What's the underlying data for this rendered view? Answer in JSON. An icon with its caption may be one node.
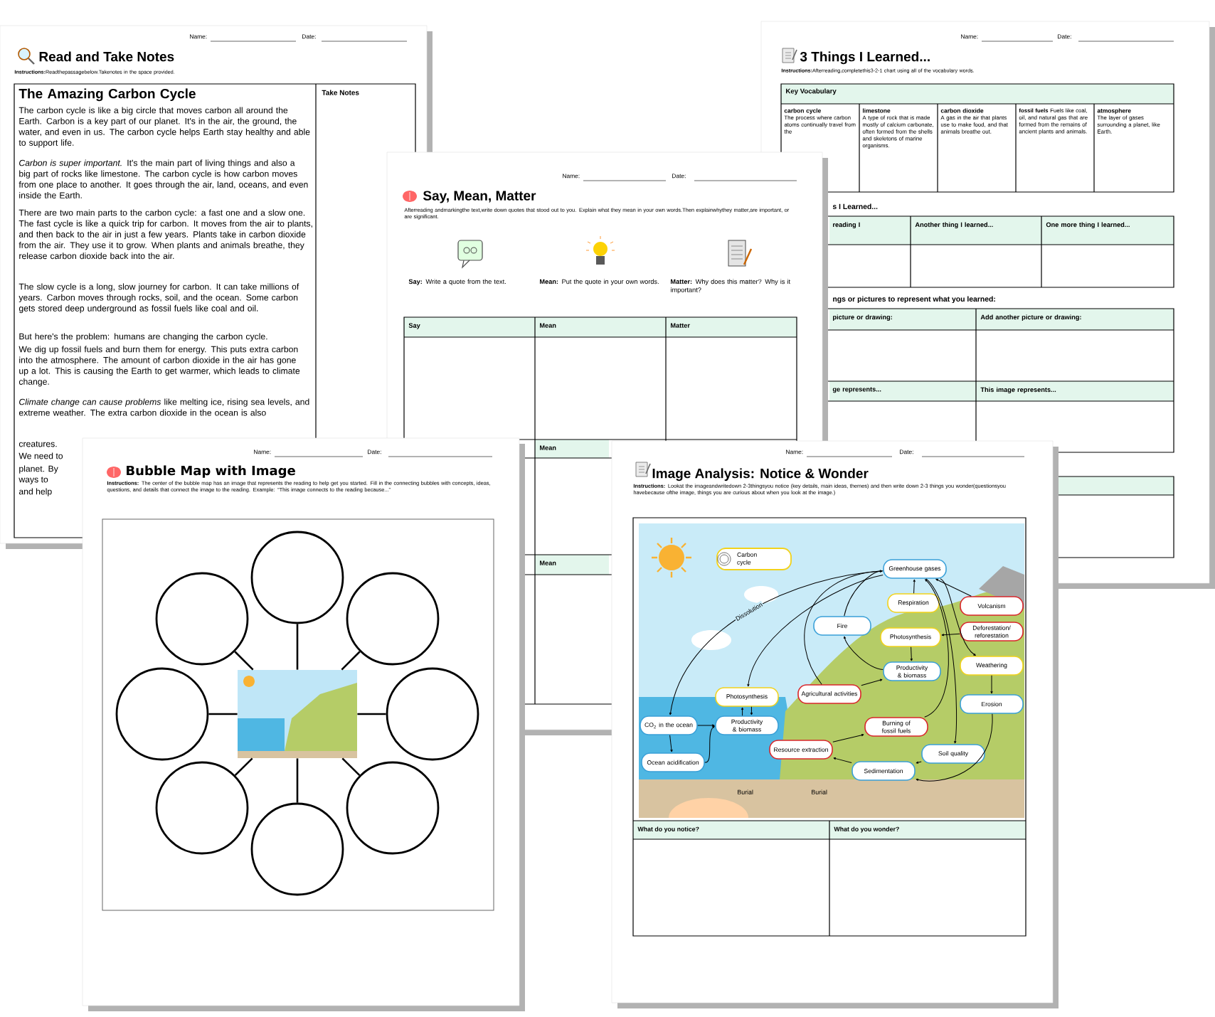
{
  "diagram": {
    "nodes": [
      {
        "text": [],
        "shape": "circle"
      },
      {
        "text": [],
        "shape": "circle"
      },
      {
        "text": [],
        "shape": "circle"
      },
      {
        "text": [],
        "shape": "circle"
      },
      {
        "text": [],
        "shape": "picture"
      },
      {
        "text": [],
        "shape": "circle"
      },
      {
        "text": [],
        "shape": "circle"
      },
      {
        "text": [],
        "shape": "circle"
      },
      {
        "text": [],
        "shape": "circle"
      },
      {
        "text": [
          "Carbon cycle"
        ]
      },
      {
        "text": [
          "Greenhouse gases"
        ]
      },
      {
        "text": [
          "Respiration"
        ]
      },
      {
        "text": [
          "Volcanism"
        ]
      },
      {
        "text": [
          "Fire"
        ]
      },
      {
        "text": [
          "Deforestation/ reforestation"
        ]
      },
      {
        "text": [
          "Photosynthesis"
        ]
      },
      {
        "text": [
          "Weathering"
        ]
      },
      {
        "text": [
          "Productivity & biomass"
        ]
      },
      {
        "text": [
          "Agricultural activities"
        ]
      },
      {
        "text": [
          "Photosynthesis"
        ]
      },
      {
        "text": [
          "Erosion"
        ]
      },
      {
        "text": [
          "CO$_{2}$ in the ocean"
        ]
      },
      {
        "text": [
          "Productivity & biomass"
        ]
      },
      {
        "text": [
          "Burning of fossil fuels"
        ]
      },
      {
        "text": [
          "Resource extraction"
        ]
      },
      {
        "text": [
          "Soil quality"
        ]
      },
      {
        "text": [
          "Ocean acidification"
        ]
      },
      {
        "text": [
          "Sedimentation"
        ]
      }
    ],
    "edges": [
      {
        "from": 4,
        "to": 0,
        "arrow": "none"
      },
      {
        "from": 4,
        "to": 1,
        "arrow": "none"
      },
      {
        "from": 4,
        "to": 2,
        "arrow": "none"
      },
      {
        "from": 4,
        "to": 3,
        "arrow": "none"
      },
      {
        "from": 4,
        "to": 5,
        "arrow": "none"
      },
      {
        "from": 4,
        "to": 6,
        "arrow": "none"
      },
      {
        "from": 4,
        "to": 7,
        "arrow": "none"
      },
      {
        "from": 4,
        "to": 8,
        "arrow": "none"
      },
      {
        "from": 10,
        "to": 21,
        "arrow": "to",
        "label": "Dissolution"
      },
      {
        "from": 10,
        "to": 19,
        "arrow": "to"
      },
      {
        "from": 21,
        "to": 22,
        "arrow": "to"
      },
      {
        "from": 21,
        "to": 26,
        "arrow": "to"
      },
      {
        "from": 26,
        "to": 22,
        "arrow": "to"
      },
      {
        "from": 19,
        "to": 22,
        "arrow": "to"
      },
      {
        "from": 22,
        "to": 19,
        "arrow": "to"
      },
      {
        "from": 18,
        "to": 10,
        "arrow": "to"
      },
      {
        "from": 18,
        "to": 17,
        "arrow": "to"
      },
      {
        "from": 13,
        "to": 10,
        "arrow": "to"
      },
      {
        "from": 11,
        "to": 10,
        "arrow": "to"
      },
      {
        "from": 15,
        "to": 17,
        "arrow": "to"
      },
      {
        "from": 17,
        "to": 13,
        "arrow": "to"
      },
      {
        "from": 12,
        "to": 10,
        "arrow": "to"
      },
      {
        "from": 10,
        "to": 16,
        "arrow": "to"
      },
      {
        "from": 14,
        "to": 15,
        "arrow": "to"
      },
      {
        "from": 16,
        "to": 20,
        "arrow": "to"
      },
      {
        "from": 20,
        "to": 27,
        "arrow": "to"
      },
      {
        "from": 24,
        "to": 23,
        "arrow": "to"
      },
      {
        "from": 23,
        "to": 10,
        "arrow": "to"
      },
      {
        "from": 10,
        "to": 25,
        "arrow": "to"
      },
      {
        "from": 25,
        "to": 27,
        "arrow": "to"
      },
      {
        "from": 27,
        "to": 24,
        "arrow": "to"
      }
    ],
    "labels": [
      "Name:",
      "Date:",
      "Read and Take Notes",
      "**Instructions:**Readthepassagebelow.Takenotes in the space provided.",
      "The Amazing Carbon Cycle",
      "The carbon cycle is like a big circle that moves carbon all around the Earth. Carbon is a key part of our planet. It's in the air, the ground, the water, and even in us. The carbon cycle helps Earth stay healthy and able to support life.",
      "*Carbon is super important.* It's the main part of living things and also a big part of rocks like limestone. The carbon cycle is how carbon moves from one place to another. It goes through the air, land, oceans, and even inside the Earth.",
      "There are two main parts to the carbon cycle: a fast one and a slow one. The fast cycle is like a quick trip for carbon. It moves from the air to plants, and then back to the air in just a few years. Plants take in carbon dioxide from the air. They use it to grow. When plants and animals breathe, they release carbon dioxide back into the air.",
      "The slow cycle is a long, slow journey for carbon. It can take millions of years. Carbon moves through rocks, soil, and the ocean. Some carbon gets stored deep underground as fossil fuels like coal and oil.",
      "But here's the problem: humans are changing the carbon cycle.",
      "We dig up fossil fuels and burn them for energy. This puts extra carbon into the atmosphere. The amount of carbon dioxide in the air has gone up a lot. This is causing the Earth to get warmer, which leads to climate change.",
      "*Climate change can cause problems* like melting ice, rising sea levels, and extreme weather. The extra carbon dioxide in the ocean is also",
      "creatures.",
      "We need to",
      "planet. By",
      "ways to",
      "and help",
      "Take Notes",
      "Name:",
      "Date:",
      "3 Things I Learned...",
      "**Instructions:**Afterreading,completethis3-2-1 chart using all of the vocabulary words.",
      "Key Vocabulary",
      "carbon cycle",
      "The process where carbon atoms continually travel from the",
      "limestone",
      "A type of rock that is made mostly of calcium carbonate, often formed from the shells and skeletons of marine organisms.",
      "carbon dioxide",
      "A gas in the air that plants use to make food, and that animals breathe out.",
      "**fossil fuels** Fuels like coal, oil, and natural gas that are formed from the remains of ancient plants and animals.",
      "atmosphere",
      "The layer of gases surrounding a planet, like Earth.",
      "s I Learned...",
      "reading I",
      "Another thing I learned...",
      "One more thing I learned...",
      "ngs or pictures to represent what you learned:",
      "picture or drawing:",
      "Add another picture or drawing:",
      "ge represents...",
      "This image represents...",
      "Name:",
      "Date:",
      "Say, Mean, Matter",
      "Afterreading andmarkingthe text,write down quotes that stood out to you. Explain what they mean in your own words.Then explainwhythey matter,are important, or are significant.",
      "**Say:** Write a quote from the text.",
      "**Mean:** Put the quote in your own words.",
      "**Matter:** Why does this matter? Why is it important?",
      "Say",
      "Mean",
      "Matter",
      "Mean",
      "Mean",
      "Name:",
      "Date:",
      "Bubble Map with Image",
      "**Instructions:** The center of the bubble map has an image that represents the reading to help get you started. Fill in the connecting bubbles with concepts, ideas, questions, and details that connect the image to the reading. Example: “This image connects to the reading because...”",
      "Name:",
      "Date:",
      "Image Analysis: Notice & Wonder",
      "**Instructions:** Lookat the imageandwritedown 2-3thingsyou notice (key details, main ideas, themes) and then write down 2-3 things you wonder(questionsyou havebecause ofthe image, things you are curious about when you look at the image.)",
      "Burial",
      "Burial",
      "What do you notice?",
      "What do you wonder?"
    ]
  }
}
